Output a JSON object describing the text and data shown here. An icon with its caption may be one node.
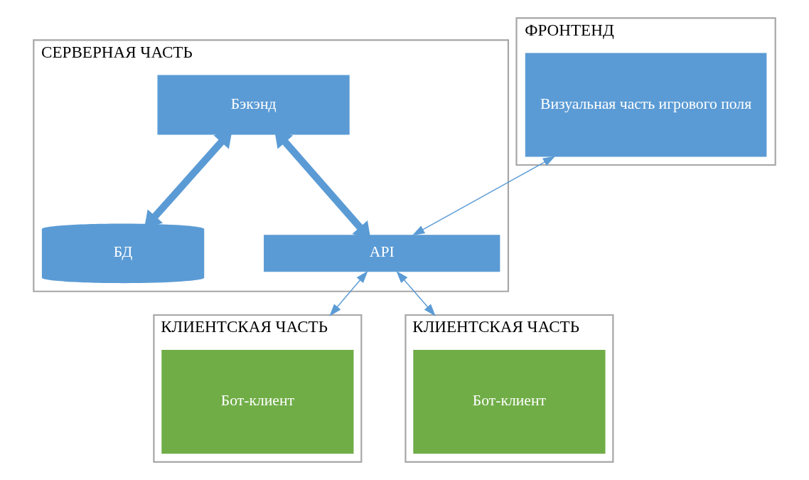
{
  "diagram": {
    "nodes": [
      {
        "text": [
          "СЕРВЕРНАЯ ЧАСТЬ"
        ]
      },
      {
        "text": [
          "Бэкэнд"
        ],
        "in": 0
      },
      {
        "text": [
          "БД"
        ],
        "in": 0
      },
      {
        "text": [
          "API"
        ],
        "in": 0
      },
      {
        "text": [
          "ФРОНТЕНД"
        ]
      },
      {
        "text": [
          "Визуальная часть игрового поля"
        ],
        "in": 4
      },
      {
        "text": [
          "КЛИЕНТСКАЯ ЧАСТЬ"
        ]
      },
      {
        "text": [
          "Бот-клиент"
        ],
        "in": 6
      },
      {
        "text": [
          "КЛИЕНТСКАЯ ЧАСТЬ"
        ]
      },
      {
        "text": [
          "Бот-клиент"
        ],
        "in": 8
      }
    ],
    "edges": [
      {
        "from": 1,
        "to": 2,
        "arrow": "both",
        "style": "thick"
      },
      {
        "from": 1,
        "to": 3,
        "arrow": "both",
        "style": "thick"
      },
      {
        "from": 5,
        "to": 3,
        "arrow": "both"
      },
      {
        "from": 3,
        "to": 6,
        "arrow": "both"
      },
      {
        "from": 3,
        "to": 8,
        "arrow": "both"
      }
    ]
  }
}
